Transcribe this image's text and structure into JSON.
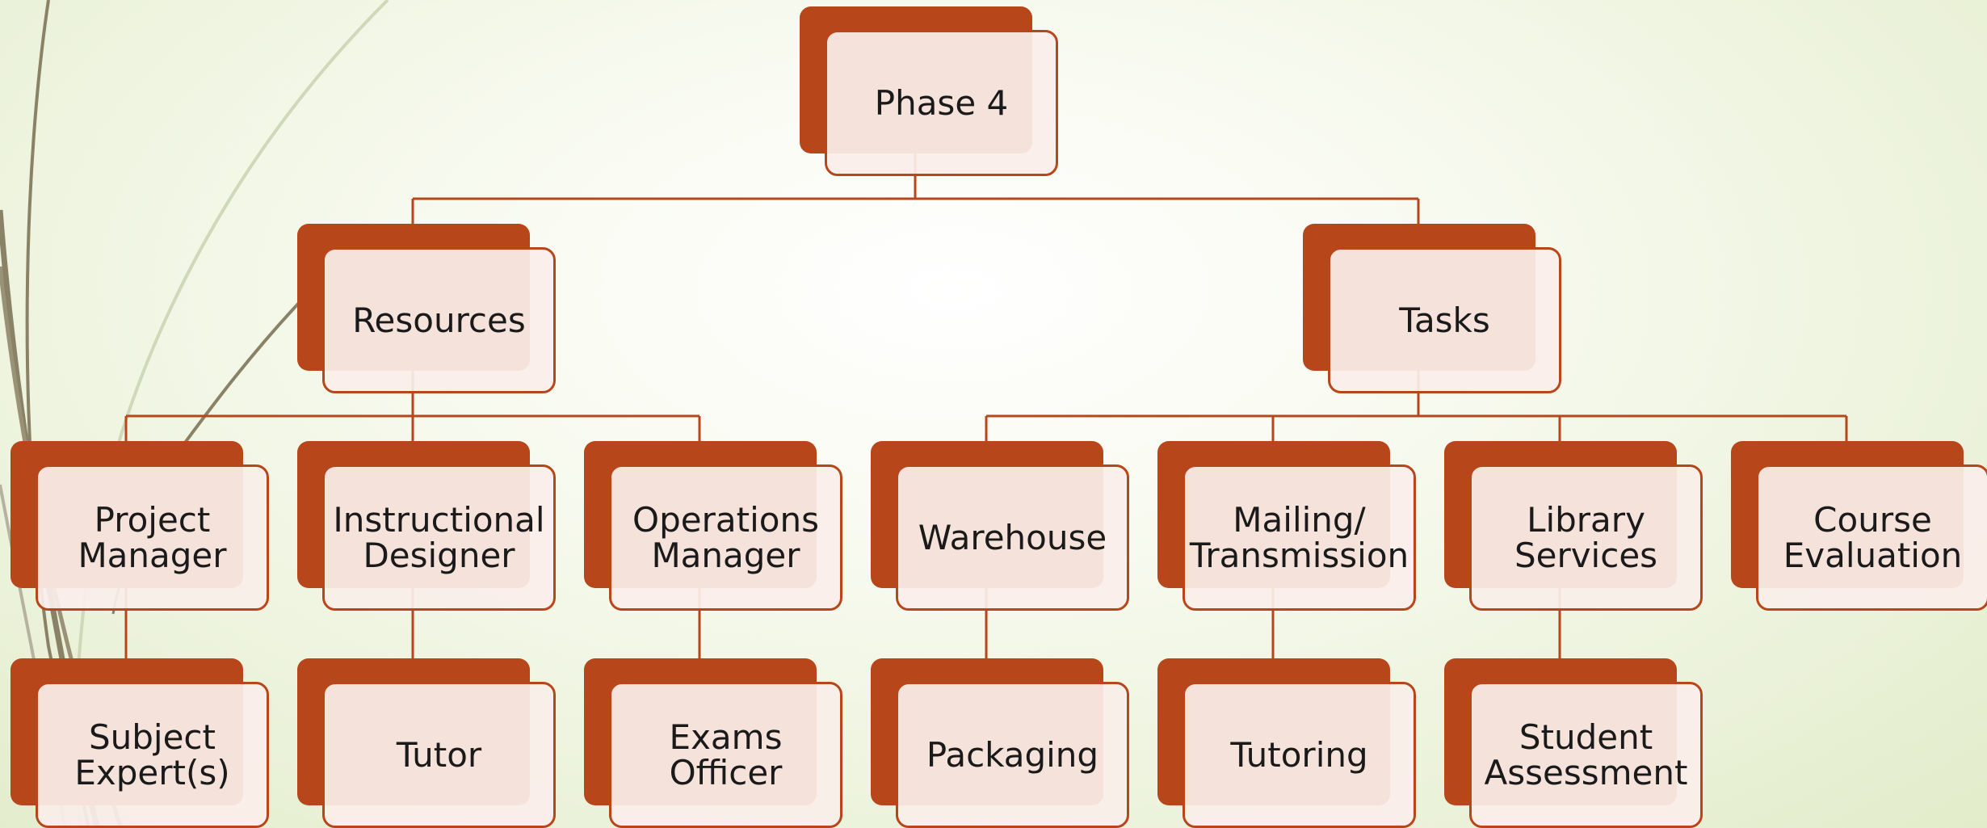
{
  "colors": {
    "accent": "#b8461b",
    "box_fill": "#f9ece8",
    "connector": "#b8461b",
    "background": "#eef4df"
  },
  "org_chart": {
    "root": {
      "id": "phase4",
      "label": "Phase 4"
    },
    "level1": [
      {
        "id": "resources",
        "label": "Resources",
        "parent": "phase4"
      },
      {
        "id": "tasks",
        "label": "Tasks",
        "parent": "phase4"
      }
    ],
    "level2": [
      {
        "id": "project_manager",
        "label": "Project Manager",
        "parent": "resources"
      },
      {
        "id": "instructional_designer",
        "label": "Instructional Designer",
        "parent": "resources"
      },
      {
        "id": "operations_manager",
        "label": "Operations Manager",
        "parent": "resources"
      },
      {
        "id": "warehouse",
        "label": "Warehouse",
        "parent": "tasks"
      },
      {
        "id": "mailing",
        "label": "Mailing/ Transmission",
        "parent": "tasks"
      },
      {
        "id": "library_services",
        "label": "Library Services",
        "parent": "tasks"
      },
      {
        "id": "course_evaluation",
        "label": "Course Evaluation",
        "parent": "tasks"
      }
    ],
    "level3": [
      {
        "id": "subject_experts",
        "label": "Subject Expert(s)",
        "parent": "project_manager"
      },
      {
        "id": "tutor",
        "label": "Tutor",
        "parent": "instructional_designer"
      },
      {
        "id": "exams_officer",
        "label": "Exams Officer",
        "parent": "operations_manager"
      },
      {
        "id": "packaging",
        "label": "Packaging",
        "parent": "warehouse"
      },
      {
        "id": "tutoring",
        "label": "Tutoring",
        "parent": "mailing"
      },
      {
        "id": "student_assessment",
        "label": "Student Assessment",
        "parent": "library_services"
      }
    ]
  }
}
